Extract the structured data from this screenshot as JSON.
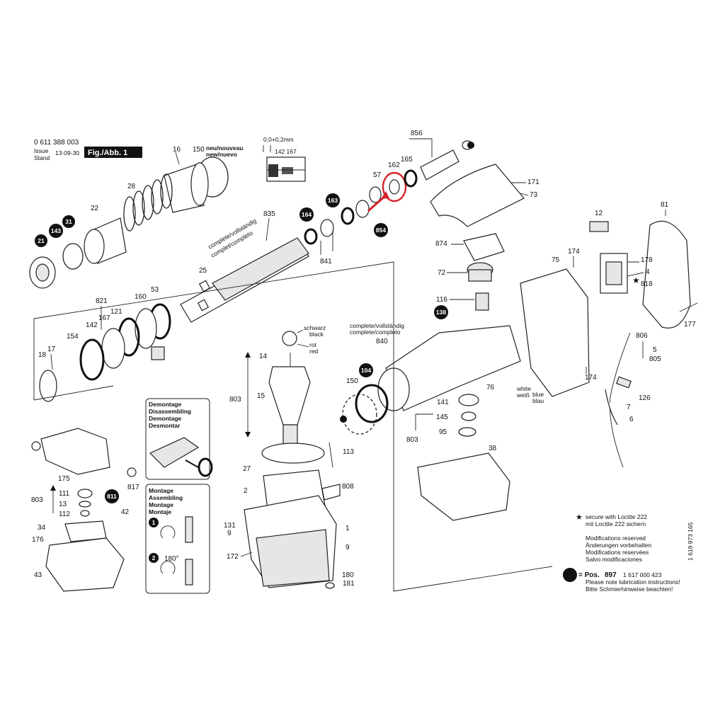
{
  "header": {
    "part_number": "0 611 388 003",
    "issue_label": "Issue",
    "stand_label": "Stand",
    "date": "13-09-30",
    "figure": "Fig./Abb. 1"
  },
  "tolerance": {
    "text": "0,0+0,2mm",
    "parts": "142 167"
  },
  "labels": {
    "l150": "150",
    "l16": "16",
    "l28": "28",
    "l22": "22",
    "l21": "21",
    "l143": "143",
    "l31": "31",
    "l835": "835",
    "l25": "25",
    "l164": "164",
    "l163": "163",
    "l841": "841",
    "l57": "57",
    "l162": "162",
    "l165": "165",
    "l856": "856",
    "l854": "854",
    "l171": "171",
    "l73": "73",
    "l81": "81",
    "l12": "12",
    "l874": "874",
    "l72": "72",
    "l116": "116",
    "l138": "138",
    "l75": "75",
    "l174a": "174",
    "l178": "178",
    "l4": "4",
    "l818": "818",
    "l177": "177",
    "l821": "821",
    "l121": "121",
    "l160": "160",
    "l53": "53",
    "l142": "142",
    "l167": "167",
    "l154": "154",
    "l18": "18",
    "l17": "17",
    "l14": "14",
    "l840": "840",
    "l806": "806",
    "l5": "5",
    "l805": "805",
    "l174b": "174",
    "l104": "104",
    "l150b": "150",
    "l803a": "803",
    "l15": "15",
    "l76": "76",
    "l141": "141",
    "l145": "145",
    "l95": "95",
    "l803b": "803",
    "l126": "126",
    "l7": "7",
    "l6": "6",
    "l113": "113",
    "l27": "27",
    "l38": "38",
    "l175": "175",
    "l817": "817",
    "l803c": "803",
    "l111": "111",
    "l13": "13",
    "l112": "112",
    "l811": "811",
    "l42": "42",
    "l2": "2",
    "l808": "808",
    "l34": "34",
    "l176": "176",
    "l43": "43",
    "l131": "131",
    "l9a": "9",
    "l1": "1",
    "l9b": "9",
    "l172": "172",
    "l180": "180",
    "l181": "181"
  },
  "wire_labels": {
    "schwarz": "schwarz",
    "black": "black",
    "rot": "rot",
    "red": "red",
    "white": "white",
    "weiss": "weiß",
    "blue": "blue",
    "blau": "blau"
  },
  "complete_labels": {
    "armature": "complete/vollständig",
    "armature2": "complet/completo",
    "housing": "complete/vollständig",
    "housing2": "complete/completo"
  },
  "new_labels": {
    "line1": "neu/nouveau",
    "line2": "new/nuevo"
  },
  "demontage_box": {
    "lines": [
      "Demontage",
      "Disassembling",
      "Demontage",
      "Desmontar"
    ]
  },
  "montage_box": {
    "lines": [
      "Montage",
      "Assembling",
      "Montage",
      "Montaje"
    ],
    "step1": "1",
    "step2": "2",
    "angle": "180°"
  },
  "notes": {
    "loctite1": "secure with Loctite 222",
    "loctite2": "mit Loctite 222 sichern",
    "mod": [
      "Modifications reserved",
      "Änderungen vorbehalten",
      "Modifications reservées",
      "Salvo modificaciones"
    ],
    "pos_label": "= Pos.",
    "pos_number": "897",
    "pos_code": "1 617 000 423",
    "lube1": "Please note lubrication instructions!",
    "lube2": "Bitte Schmierhinweise beachten!",
    "doc_code": "1 619 973 165"
  },
  "colors": {
    "highlight": "#d4252c",
    "ink": "#111111"
  }
}
